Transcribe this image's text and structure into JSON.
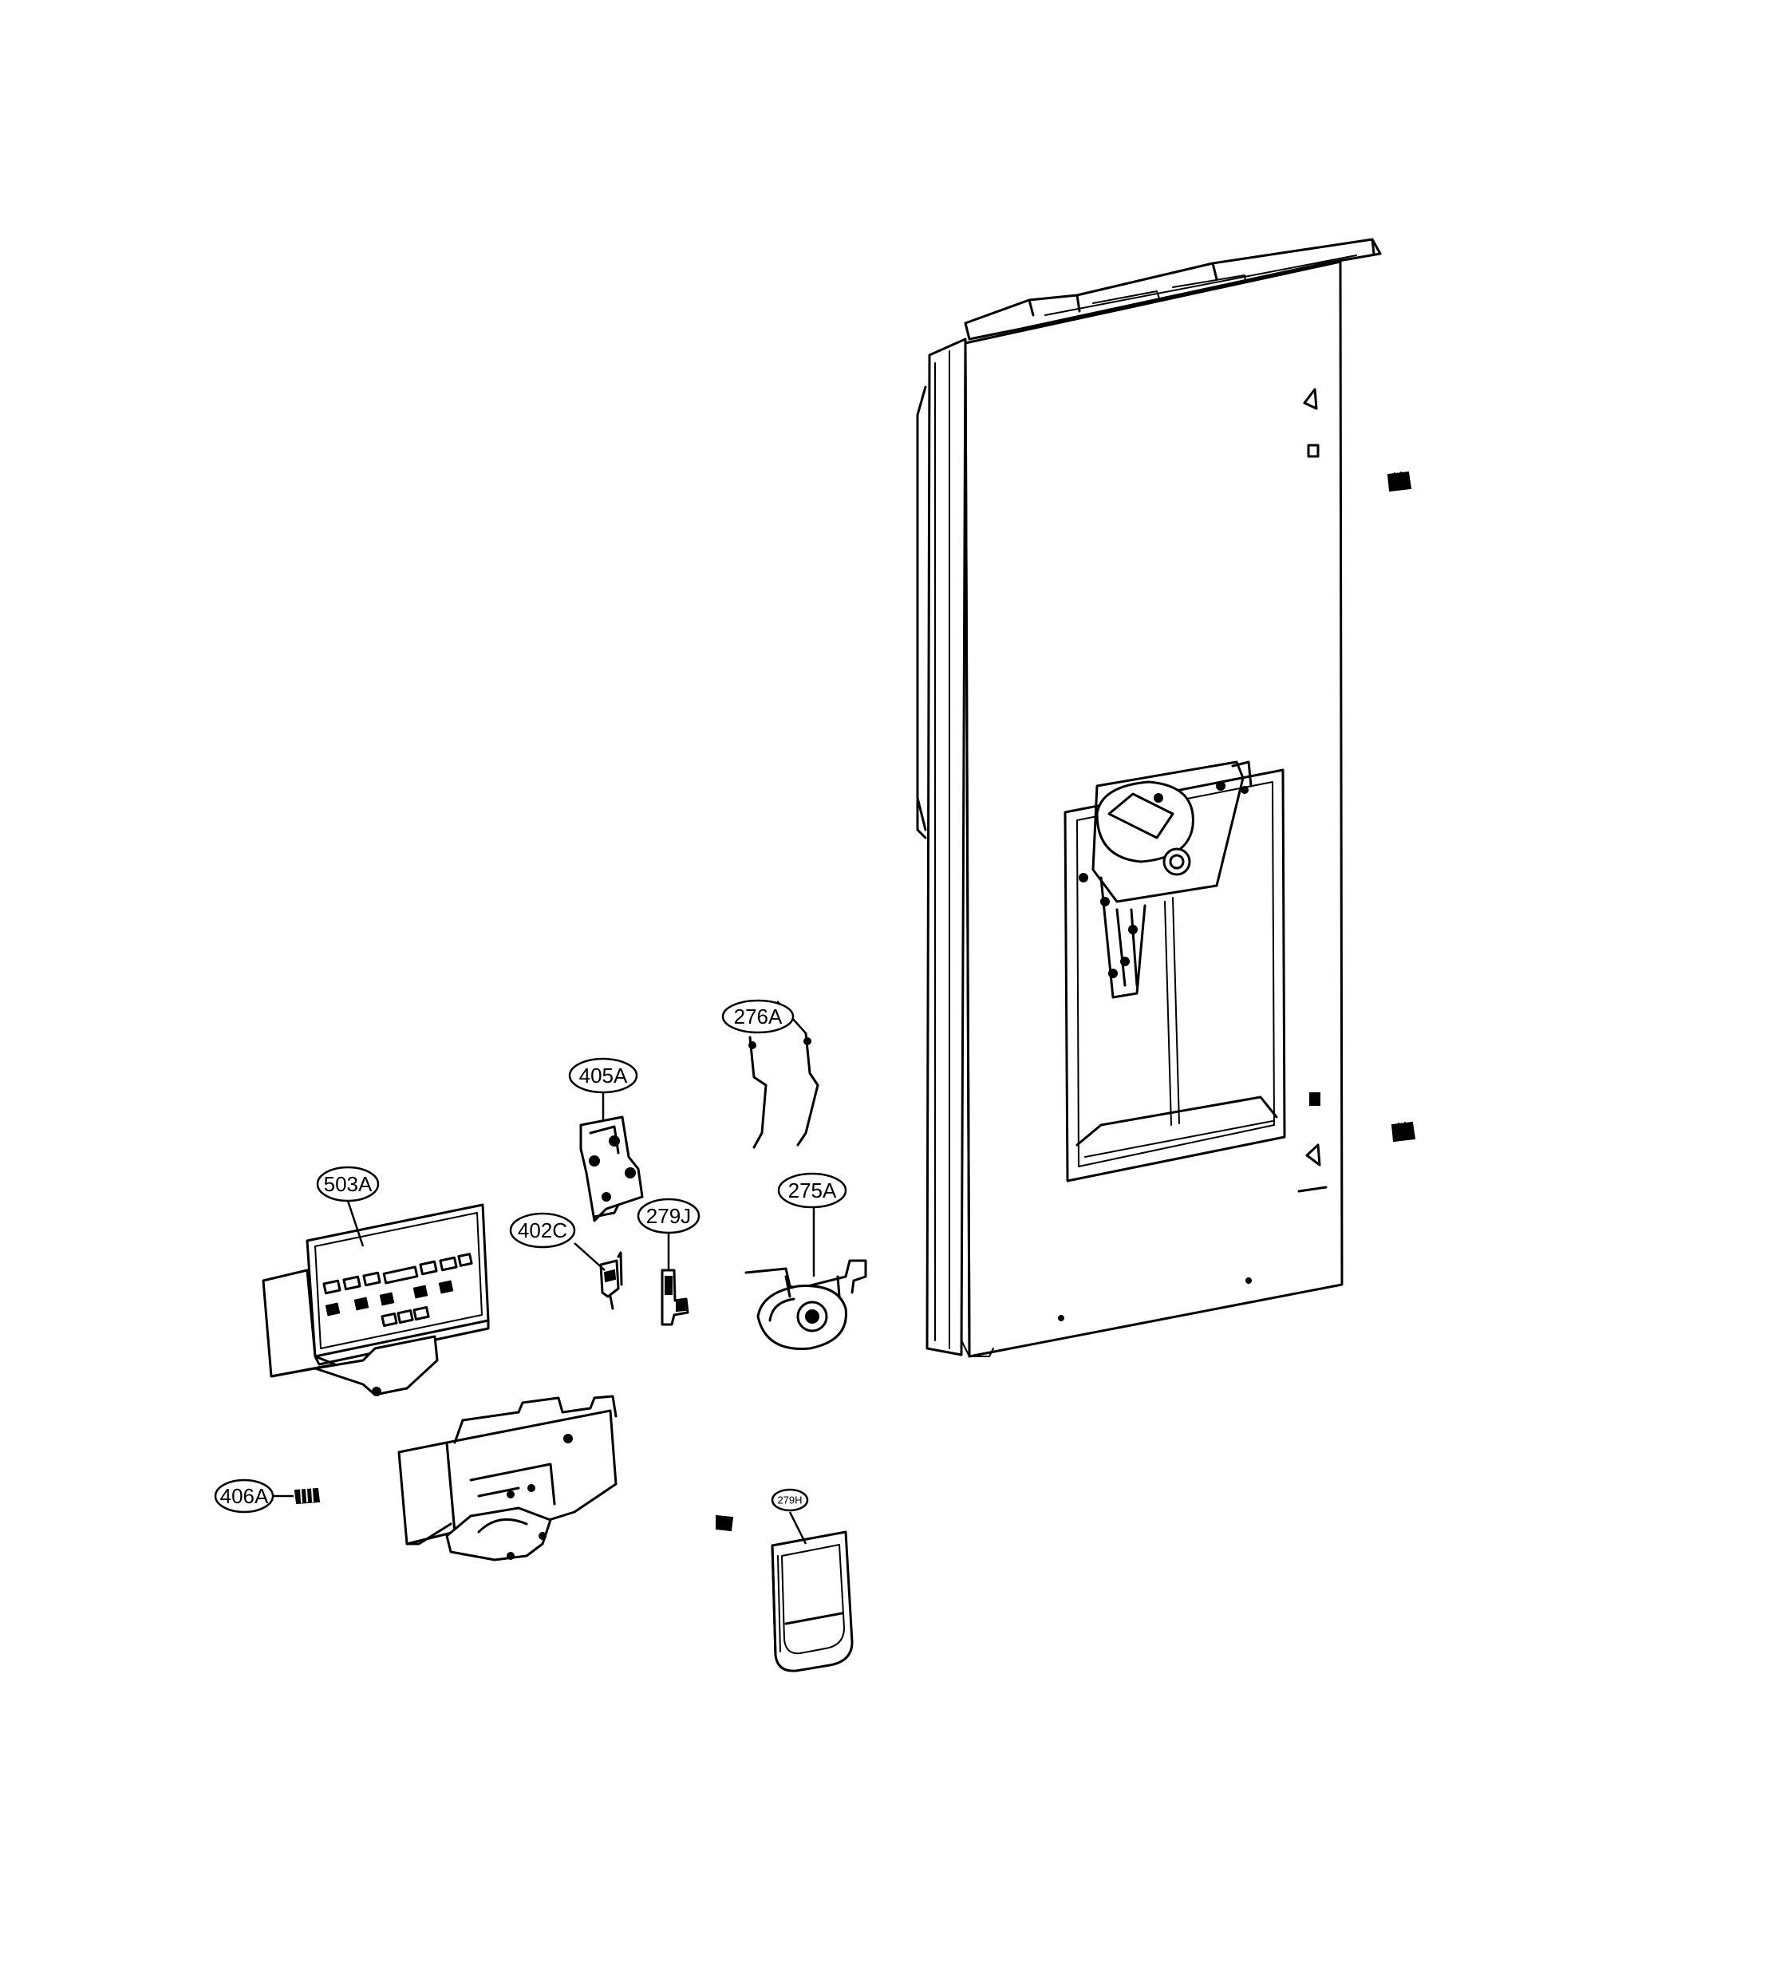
{
  "labels": {
    "l276A": "276A",
    "l405A": "405A",
    "l503A": "503A",
    "l402C": "402C",
    "l279J": "279J",
    "l275A": "275A",
    "l406A": "406A",
    "l279H": "279H"
  }
}
